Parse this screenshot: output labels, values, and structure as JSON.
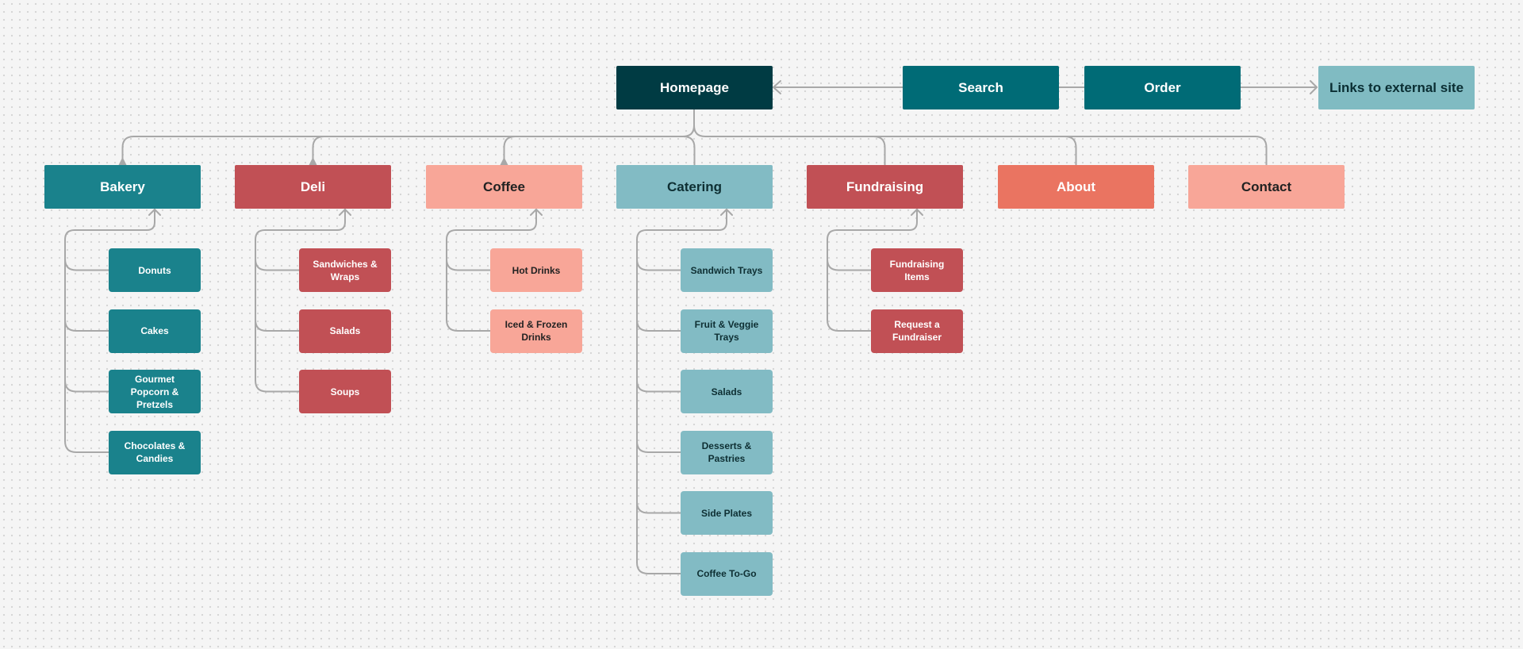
{
  "colors": {
    "homepage": "#003b43",
    "nav": "#006b76",
    "external": "#80bbc2",
    "teal": "#1a828c",
    "red": "#c15055",
    "pink": "#f8a698",
    "light_teal": "#82bbc4",
    "coral": "#ea7461",
    "connector": "#a8a8a8"
  },
  "top_nav": {
    "homepage": "Homepage",
    "search": "Search",
    "order": "Order",
    "external": "Links to external site"
  },
  "sections": [
    {
      "label": "Bakery",
      "items": [
        "Donuts",
        "Cakes",
        "Gourmet Popcorn & Pretzels",
        "Chocolates & Candies"
      ]
    },
    {
      "label": "Deli",
      "items": [
        "Sandwiches & Wraps",
        "Salads",
        "Soups"
      ]
    },
    {
      "label": "Coffee",
      "items": [
        "Hot Drinks",
        "Iced & Frozen Drinks"
      ]
    },
    {
      "label": "Catering",
      "items": [
        "Sandwich Trays",
        "Fruit & Veggie Trays",
        "Salads",
        "Desserts & Pastries",
        "Side Plates",
        "Coffee To-Go"
      ]
    },
    {
      "label": "Fundraising",
      "items": [
        "Fundraising Items",
        "Request a Fundraiser"
      ]
    },
    {
      "label": "About",
      "items": []
    },
    {
      "label": "Contact",
      "items": []
    }
  ]
}
